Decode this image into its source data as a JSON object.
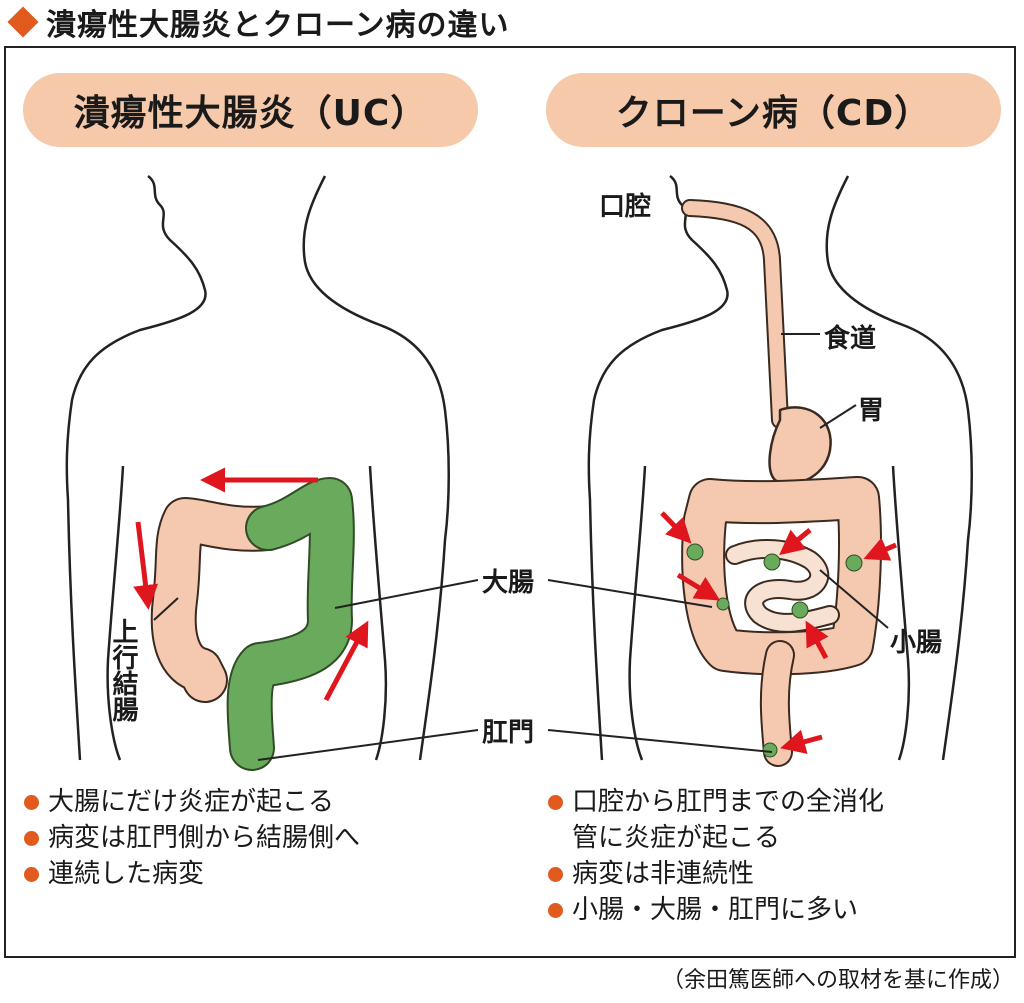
{
  "title": "潰瘍性大腸炎とクローン病の違い",
  "colors": {
    "accent": "#e25b1e",
    "pill": "#f5c9a9",
    "colon": "#f5c9b0",
    "inflamed": "#6aaa5c",
    "arrow": "#e0161e"
  },
  "uc": {
    "heading": "潰瘍性大腸炎（UC）",
    "label_ascending_colon": "上行結腸",
    "bullets": [
      "大腸にだけ炎症が起こる",
      "病変は肛門側から結腸側へ",
      "連続した病変"
    ]
  },
  "cd": {
    "heading": "クローン病（CD）",
    "label_mouth": "口腔",
    "label_esophagus": "食道",
    "label_stomach": "胃",
    "label_small_intestine": "小腸",
    "bullets": [
      "口腔から肛門までの全消化\n管に炎症が起こる",
      "病変は非連続性",
      "小腸・大腸・肛門に多い"
    ]
  },
  "shared": {
    "label_large_intestine": "大腸",
    "label_anus": "肛門"
  },
  "source_note": "（余田篤医師への取材を基に作成）"
}
